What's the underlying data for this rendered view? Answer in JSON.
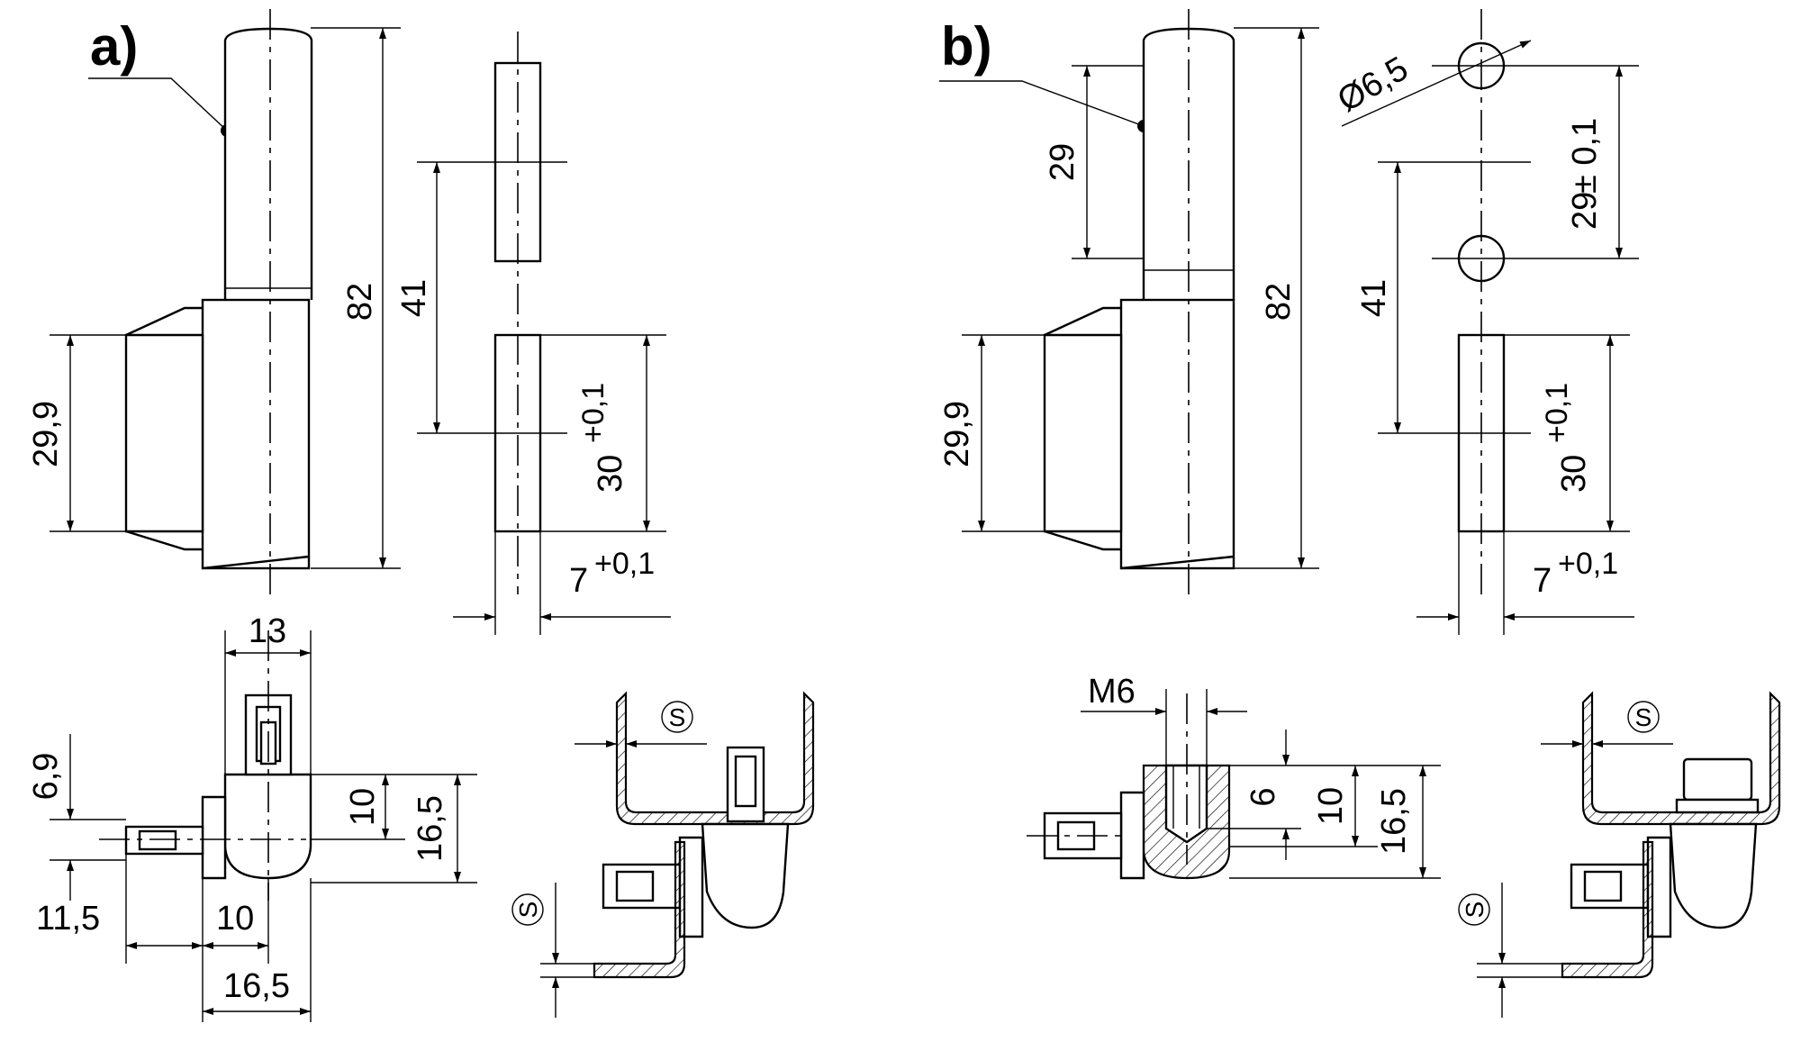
{
  "variants": [
    {
      "id": "a",
      "label": "a)",
      "dims": {
        "overall_length": "82",
        "body_length": "29,9",
        "hole_spacing": "41",
        "slot_length": "30",
        "slot_length_tol": "+0,1",
        "slot_width": "7",
        "slot_width_tol": "+0,1",
        "width": "13",
        "step_h": "6,9",
        "inner_h": "10",
        "total_h": "16,5",
        "offset": "11,5",
        "base_w": "10",
        "total_w": "16,5",
        "sheet": "S"
      }
    },
    {
      "id": "b",
      "label": "b)",
      "dims": {
        "hole_dia": "Ø6,5",
        "top_len": "29",
        "hole_pitch": "29",
        "hole_pitch_tol": "± 0,1",
        "overall_length": "82",
        "hole_spacing": "41",
        "body_length": "29,9",
        "slot_length": "30",
        "slot_length_tol": "+0,1",
        "slot_width": "7",
        "slot_width_tol": "+0,1",
        "thread": "M6",
        "thread_depth": "6",
        "inner_h": "10",
        "total_h": "16,5",
        "sheet": "S"
      }
    }
  ]
}
